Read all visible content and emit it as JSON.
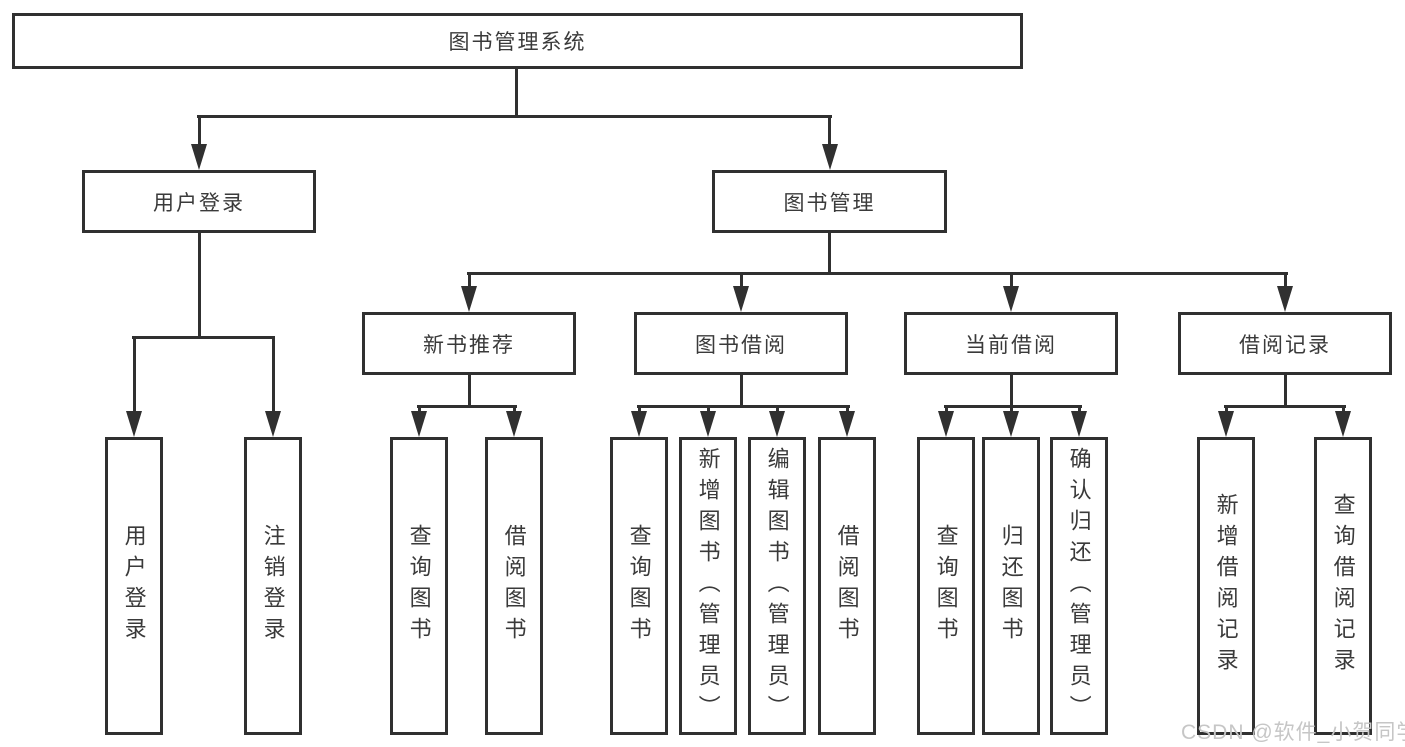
{
  "colors": {
    "line": "#303030",
    "text": "#3a3a3a",
    "watermark": "#c6c6c6",
    "background": "#ffffff"
  },
  "watermark": {
    "text": "CSDN @软件_小贺同学"
  },
  "tree": {
    "root": {
      "label": "图书管理系统",
      "children": [
        {
          "label": "用户登录",
          "children": [
            {
              "label": "用户登录"
            },
            {
              "label": "注销登录"
            }
          ]
        },
        {
          "label": "图书管理",
          "children": [
            {
              "label": "新书推荐",
              "children": [
                {
                  "label": "查询图书"
                },
                {
                  "label": "借阅图书"
                }
              ]
            },
            {
              "label": "图书借阅",
              "children": [
                {
                  "label": "查询图书"
                },
                {
                  "label": "新增图书（管理员）"
                },
                {
                  "label": "编辑图书（管理员）"
                },
                {
                  "label": "借阅图书"
                }
              ]
            },
            {
              "label": "当前借阅",
              "children": [
                {
                  "label": "查询图书"
                },
                {
                  "label": "归还图书"
                },
                {
                  "label": "确认归还（管理员）"
                }
              ]
            },
            {
              "label": "借阅记录",
              "children": [
                {
                  "label": "新增借阅记录"
                },
                {
                  "label": "查询借阅记录"
                }
              ]
            }
          ]
        }
      ]
    }
  }
}
